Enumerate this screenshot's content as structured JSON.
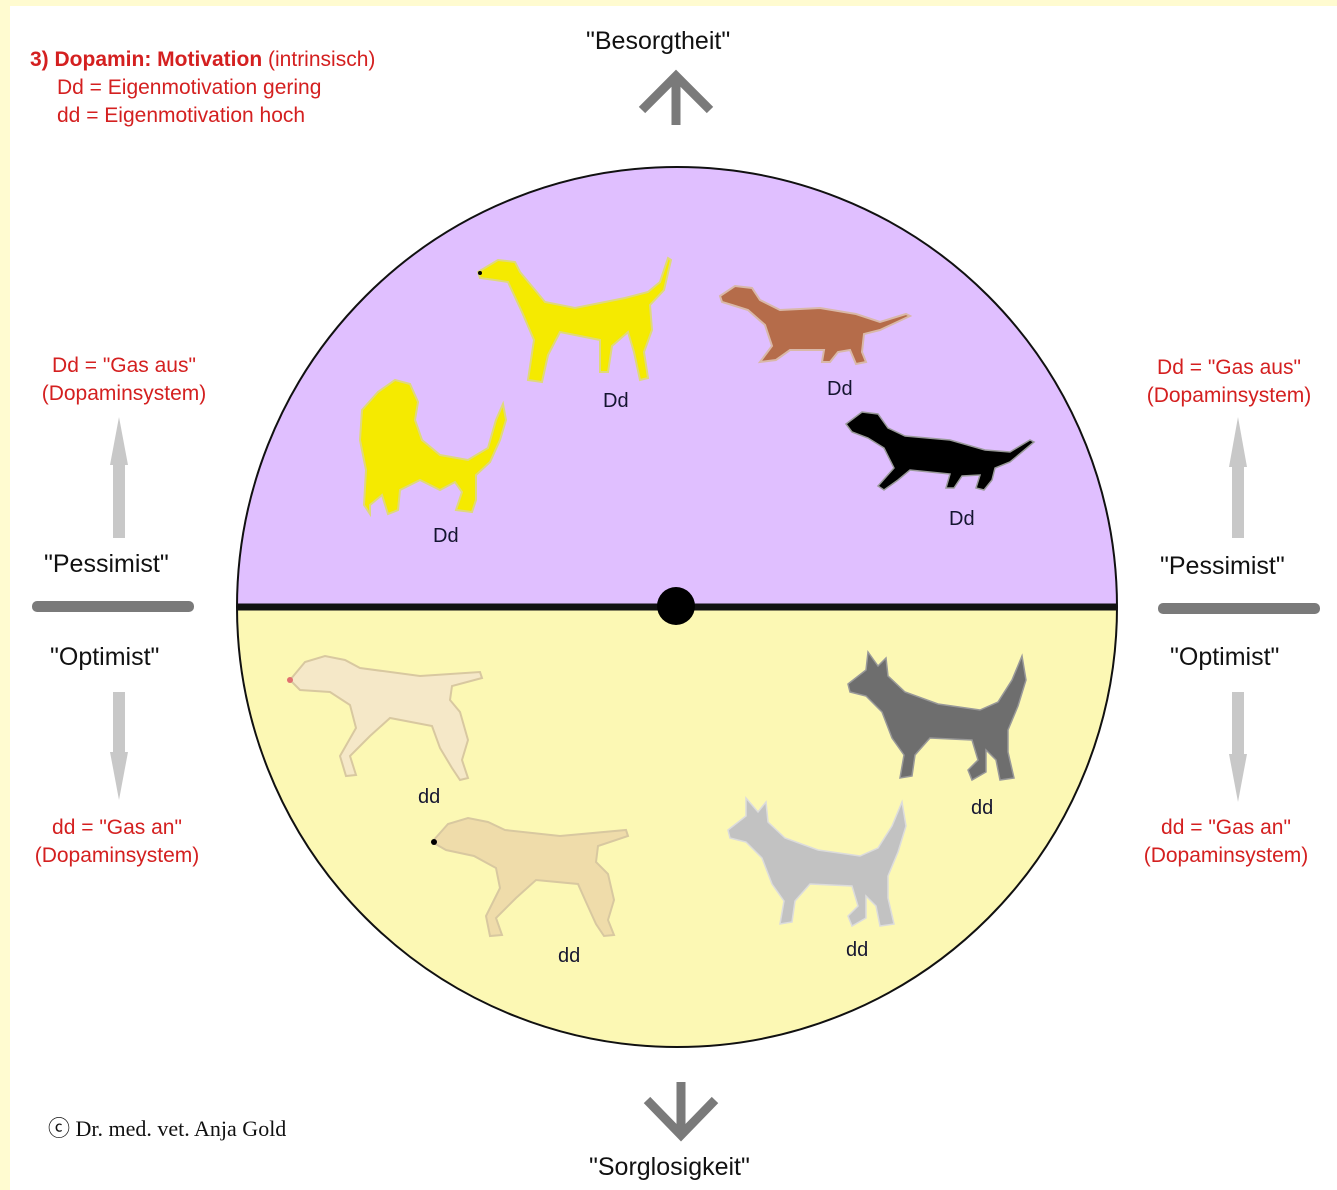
{
  "legend": {
    "title_bold": "3) Dopamin: Motivation",
    "title_rest": "(intrinsisch)",
    "line1": "Dd = Eigenmotivation gering",
    "line2": "dd = Eigenmotivation hoch"
  },
  "top_label": "\"Besorgtheit\"",
  "bottom_label": "\"Sorglosigkeit\"",
  "left": {
    "gas_aus_1": "Dd = \"Gas aus\"",
    "gas_aus_2": "(Dopaminsystem)",
    "pessimist": "\"Pessimist\"",
    "optimist": "\"Optimist\"",
    "gas_an_1": "dd = \"Gas an\"",
    "gas_an_2": "(Dopaminsystem)"
  },
  "right": {
    "gas_aus_1": "Dd = \"Gas aus\"",
    "gas_aus_2": "(Dopaminsystem)",
    "pessimist": "\"Pessimist\"",
    "optimist": "\"Optimist\"",
    "gas_an_1": "dd = \"Gas an\"",
    "gas_an_2": "(Dopaminsystem)"
  },
  "dogs": {
    "yellow_greyhound": "Dd",
    "brown_dachshund": "Dd",
    "yellow_retriever": "Dd",
    "black_dachshund": "Dd",
    "cream_pointer_top": "dd",
    "cream_pointer_bottom": "dd",
    "dark_grey_shepherd": "dd",
    "light_grey_shepherd": "dd"
  },
  "colors": {
    "upper_half": "#e0bfff",
    "lower_half": "#fcf8b4",
    "annotation_red": "#d42020",
    "arrow_dark": "#7a7a7a",
    "arrow_light": "#c8c8c8"
  },
  "copyright": "ⓒ Dr. med. vet. Anja Gold"
}
